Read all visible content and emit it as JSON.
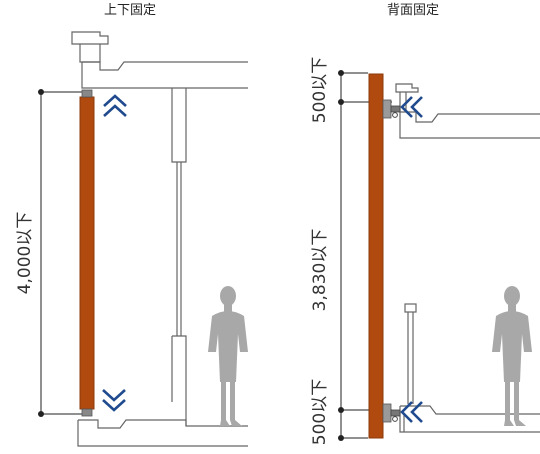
{
  "left_panel": {
    "title": "上下固定",
    "dimension_label": "4,000以下"
  },
  "right_panel": {
    "title": "背面固定",
    "top_dimension_label": "500以下",
    "middle_dimension_label": "3,830以下",
    "bottom_dimension_label": "500以下"
  },
  "colors": {
    "panel": "#b14a0f",
    "panel_edge": "#8c3a0b",
    "chevron": "#1f4b8e",
    "person": "#a8a8a8",
    "structure_line": "#666666",
    "dimension_line": "#222222"
  },
  "icons": {
    "up_arrow": "double-chevron-up-icon",
    "down_arrow": "double-chevron-down-icon",
    "side_arrow": "double-chevron-left-icon",
    "person": "person-silhouette-icon"
  }
}
